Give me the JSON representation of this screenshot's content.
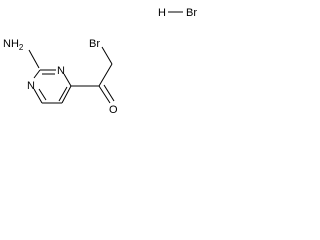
{
  "molecule": {
    "labels": {
      "amine": "NH2",
      "amine_main": "NH",
      "amine_sub": "2",
      "ring_n_left": "N",
      "ring_n_top": "N",
      "bromine": "Br",
      "carbonyl_oxygen": "O",
      "salt_h": "H",
      "salt_br": "Br"
    },
    "colors": {
      "bond": "#000000",
      "text": "#000000",
      "background": "#ffffff"
    }
  }
}
